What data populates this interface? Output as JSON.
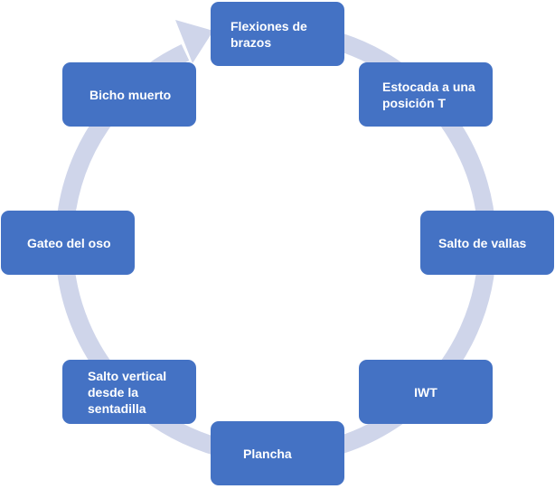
{
  "colors": {
    "box": "#4472C4",
    "ring": "#CFD5EA"
  },
  "steps": [
    {
      "label": "Flexiones de brazos"
    },
    {
      "label": "Estocada a una posición T"
    },
    {
      "label": "Salto de vallas"
    },
    {
      "label": "IWT"
    },
    {
      "label": "Plancha"
    },
    {
      "label": "Salto vertical desde la sentadilla"
    },
    {
      "label": "Gateo del oso"
    },
    {
      "label": "Bicho muerto"
    }
  ]
}
